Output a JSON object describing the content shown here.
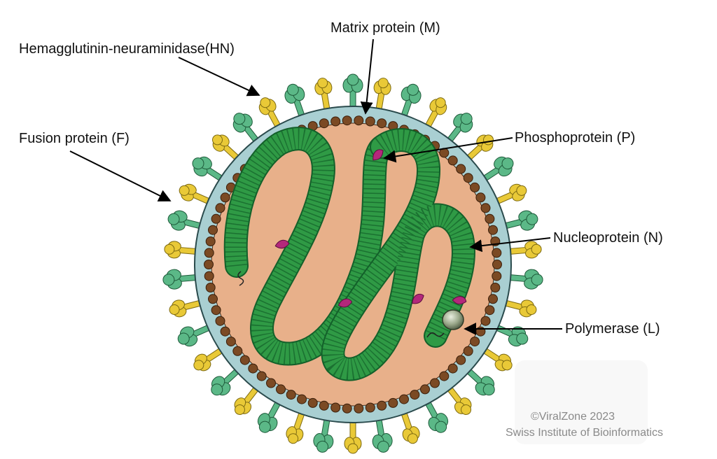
{
  "labels": {
    "hn": "Hemagglutinin-neuraminidase(HN)",
    "m": "Matrix protein (M)",
    "f": "Fusion protein (F)",
    "p": "Phosphoprotein  (P)",
    "n": "Nucleoprotein  (N)",
    "l": "Polymerase  (L)"
  },
  "credit": {
    "line1": "©ViralZone 2023",
    "line2": "Swiss Institute of Bioinformatics"
  },
  "colors": {
    "membrane": "#a9cfd2",
    "interior": "#e8b08a",
    "matrix": "#7b4a24",
    "ribbon": "#2f9a45",
    "ribbon_edge": "#13602a",
    "hn_spike": "#5bb887",
    "f_spike": "#e9c937",
    "phospho": "#b3287b",
    "polymerase": "#8d9b7e"
  }
}
